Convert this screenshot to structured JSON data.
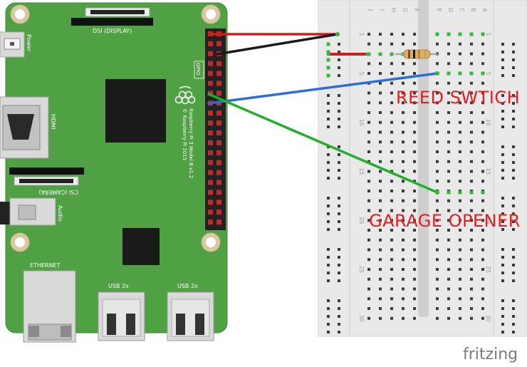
{
  "board": {
    "dsi_label": "DSI (DISPLAY)",
    "csi_label": "CSI (CAMERA)",
    "power_label": "Power",
    "hdmi_label": "HDMI",
    "audio_label": "Audio",
    "ethernet_label": "ETHERNET",
    "usb_label_1": "USB 2x",
    "usb_label_2": "USB 2x",
    "gpio_label": "GPIO",
    "model_line1": "Raspberry Pi 3 Model B v1.2",
    "model_line2": "© Raspberry Pi 2015"
  },
  "breadboard": {
    "column_letters_left": [
      "J",
      "I",
      "H",
      "G",
      "F"
    ],
    "column_letters_right": [
      "E",
      "D",
      "C",
      "B",
      "A"
    ],
    "row_numbers": [
      "1",
      "5",
      "10",
      "15",
      "20",
      "25",
      "30"
    ]
  },
  "annotations": {
    "reed_switch": "REED SWTICH",
    "garage_opener": "GARAGE OPENER"
  },
  "branding": {
    "logo": "fritzing"
  },
  "colors": {
    "pcb": "#4fa144",
    "wire_red": "#cc1e1e",
    "wire_black": "#1a1a1a",
    "wire_blue": "#2a6fd6",
    "wire_green": "#21b02b",
    "annotation": "#e02020"
  }
}
